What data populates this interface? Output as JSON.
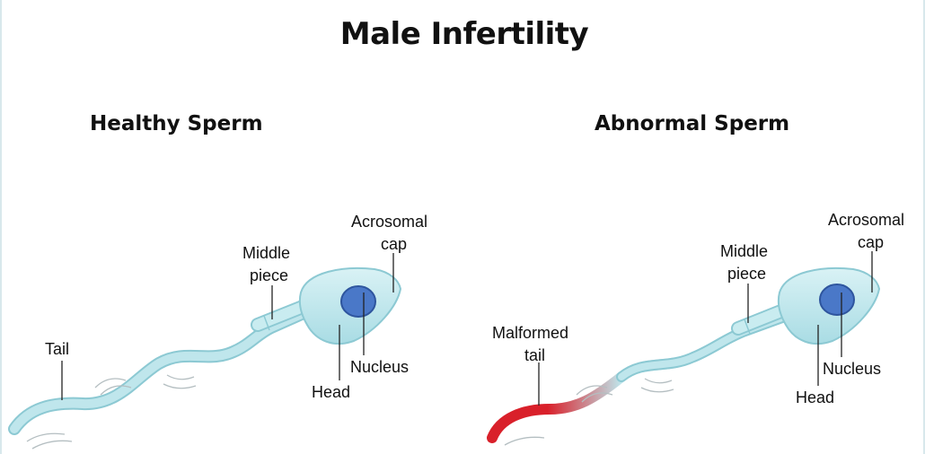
{
  "title": "Male Infertility",
  "panels": {
    "healthy": {
      "heading": "Healthy Sperm",
      "labels": {
        "tail": "Tail",
        "middle_piece_1": "Middle",
        "middle_piece_2": "piece",
        "acrosomal_cap_1": "Acrosomal",
        "acrosomal_cap_2": "cap",
        "nucleus": "Nucleus",
        "head": "Head"
      }
    },
    "abnormal": {
      "heading": "Abnormal Sperm",
      "labels": {
        "tail_1": "Malformed",
        "tail_2": "tail",
        "middle_piece_1": "Middle",
        "middle_piece_2": "piece",
        "acrosomal_cap_1": "Acrosomal",
        "acrosomal_cap_2": "cap",
        "nucleus": "Nucleus",
        "head": "Head"
      }
    }
  },
  "colors": {
    "body": "#bfe6ec",
    "body_outline": "#8cc9d3",
    "nucleus": "#4a78c8",
    "nucleus_outline": "#2e559e",
    "malformed": "#d9202a",
    "leader": "#222222",
    "motion": "#9aa6a9"
  }
}
